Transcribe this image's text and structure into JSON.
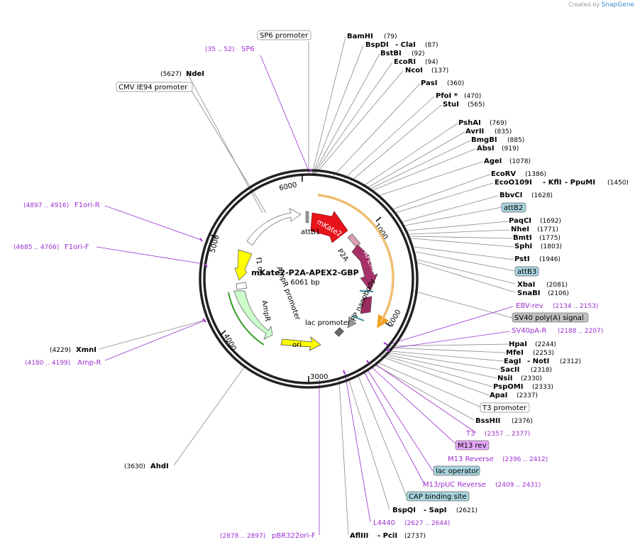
{
  "credit": {
    "created_by": "Created by",
    "brand": "SnapGene"
  },
  "plasmid": {
    "name": "mKate2-P2A-APEX2-GBP",
    "size": "6061 bp"
  },
  "ticks": [
    "1000",
    "2000",
    "3000",
    "4000",
    "5000",
    "6000"
  ],
  "features": {
    "mkate2": "mKate2",
    "p2a": "P2A",
    "apex2": "APEX2",
    "gfp_nanobody": "GFP nanobody",
    "lac_promoter": "lac promoter",
    "ori": "ori",
    "ampr": "AmpR",
    "ampr_promoter": "AmpR promoter",
    "f1_ori": "f1 ori",
    "attb1": "attB1"
  },
  "labels": {
    "sp6_promoter": "SP6 promoter",
    "sp6": "SP6",
    "sp6_pos": "(35 .. 52)",
    "cmv": "CMV IE94 promoter",
    "ndei": "NdeI",
    "ndei_pos": "(5627)",
    "bamhi": "BamHI",
    "bamhi_pos": "(79)",
    "bspdi": "BspDI",
    "clai": "- ClaI",
    "bspdi_pos": "(87)",
    "bstbi": "BstBI",
    "bstbi_pos": "(92)",
    "ecori": "EcoRI",
    "ecori_pos": "(94)",
    "ncoi": "NcoI",
    "ncoi_pos": "(137)",
    "pasi": "PasI",
    "pasi_pos": "(360)",
    "pfoi": "PfoI *",
    "pfoi_pos": "(470)",
    "stui": "StuI",
    "stui_pos": "(565)",
    "pshai": "PshAI",
    "pshai_pos": "(769)",
    "avrii": "AvrII",
    "avrii_pos": "(835)",
    "bmgbi": "BmgBI",
    "bmgbi_pos": "(885)",
    "absi": "AbsI",
    "absi_pos": "(919)",
    "agei": "AgeI",
    "agei_pos": "(1078)",
    "ecorv": "EcoRV",
    "ecorv_pos": "(1386)",
    "eco0109i": "EcoO109I",
    "kfli": "- KflI",
    "ppumi": "- PpuMI",
    "eco_pos": "(1450)",
    "bbvci": "BbvCI",
    "bbvci_pos": "(1628)",
    "attb2": "attB2",
    "paqci": "PaqCI",
    "paqci_pos": "(1692)",
    "nhei": "NheI",
    "nhei_pos": "(1771)",
    "bmti": "BmtI",
    "bmti_pos": "(1775)",
    "sphi": "SphI",
    "sphi_pos": "(1803)",
    "psti": "PstI",
    "psti_pos": "(1946)",
    "attb3": "attB3",
    "xbai": "XbaI",
    "xbai_pos": "(2081)",
    "snabi": "SnaBI",
    "snabi_pos": "(2106)",
    "ebv_rev": "EBV-rev",
    "ebv_rev_pos": "(2134 .. 2153)",
    "sv40polya": "SV40 poly(A) signal",
    "sv40pa_r": "SV40pA-R",
    "sv40pa_r_pos": "(2188 .. 2207)",
    "hpai": "HpaI",
    "hpai_pos": "(2244)",
    "mfei": "MfeI",
    "mfei_pos": "(2253)",
    "eagi": "EagI",
    "noti": "- NotI",
    "eagi_pos": "(2312)",
    "sacii": "SacII",
    "sacii_pos": "(2318)",
    "nsii": "NsiI",
    "nsii_pos": "(2330)",
    "pspomi": "PspOMI",
    "pspomi_pos": "(2333)",
    "apai": "ApaI",
    "apai_pos": "(2337)",
    "t3_promoter": "T3 promoter",
    "bsshii": "BssHII",
    "bsshii_pos": "(2376)",
    "t3": "T3",
    "t3_pos": "(2357 .. 2377)",
    "m13_rev": "M13 rev",
    "m13_reverse": "M13 Reverse",
    "m13_reverse_pos": "(2396 .. 2412)",
    "lac_operator": "lac operator",
    "m13puc_reverse": "M13/pUC Reverse",
    "m13puc_reverse_pos": "(2409 .. 2431)",
    "cap_site": "CAP binding site",
    "bspqi": "BspQI",
    "sapi": "- SapI",
    "bspqi_pos": "(2621)",
    "l4440": "L4440",
    "l4440_pos": "(2627 .. 2644)",
    "afliii": "AflIII",
    "pcii": "- PciI",
    "afliii_pos": "(2737)",
    "pbr322ori_f": "pBR322ori-F",
    "pbr322ori_f_pos": "(2878 .. 2897)",
    "ahdi": "AhdI",
    "ahdi_pos": "(3630)",
    "xmni": "XmnI",
    "xmni_pos": "(4229)",
    "amp_r": "Amp-R",
    "amp_r_pos": "(4180 .. 4199)",
    "f1ori_r": "F1ori-R",
    "f1ori_r_pos": "(4897 .. 4916)",
    "f1ori_f": "F1ori-F",
    "f1ori_f_pos": "(4685 .. 4706)"
  },
  "colors": {
    "mkate2": "#e8141c",
    "apex2": "#a63068",
    "gfp_nanobody": "#9b2e5e",
    "ori": "#ffff00",
    "ampr": "#ccffcc",
    "ampr_promoter": "#ffffff",
    "f1_ori": "#ffff00",
    "orf_orange": "#f0a020",
    "purple": "#9c2fd0",
    "attb_box": "#a8d4de",
    "sv40_box": "#c0c0c0",
    "m13_box": "#e3a6f5"
  }
}
